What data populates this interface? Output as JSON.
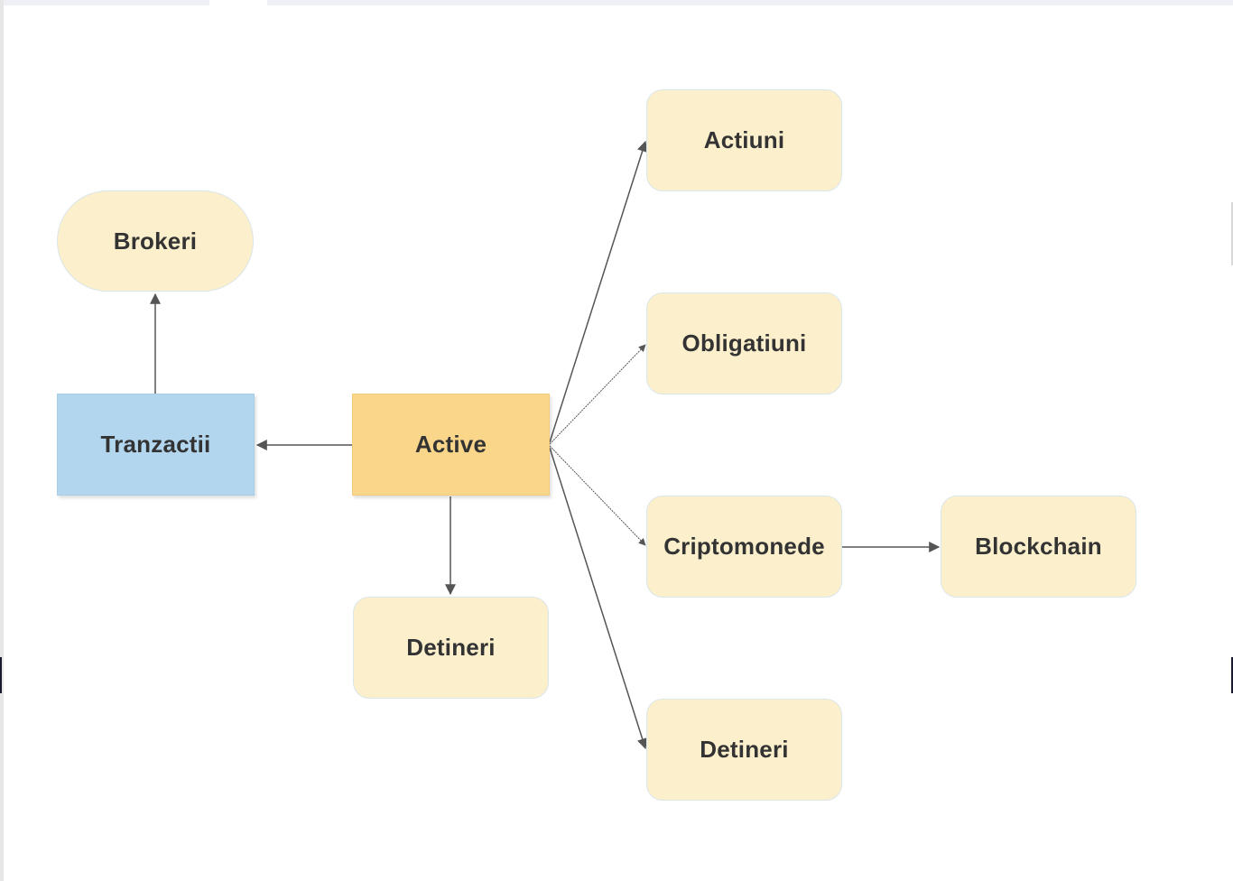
{
  "diagram": {
    "nodes": {
      "brokeri": "Brokeri",
      "tranzactii": "Tranzactii",
      "active": "Active",
      "detineri_left": "Detineri",
      "actiuni": "Actiuni",
      "obligatiuni": "Obligatiuni",
      "criptomonede": "Criptomonede",
      "blockchain": "Blockchain",
      "detineri_right": "Detineri"
    },
    "edges": [
      {
        "from": "tranzactii",
        "to": "brokeri"
      },
      {
        "from": "active",
        "to": "tranzactii"
      },
      {
        "from": "active",
        "to": "detineri_left"
      },
      {
        "from": "active",
        "to": "actiuni"
      },
      {
        "from": "active",
        "to": "obligatiuni"
      },
      {
        "from": "active",
        "to": "criptomonede"
      },
      {
        "from": "active",
        "to": "detineri_right"
      },
      {
        "from": "criptomonede",
        "to": "blockchain"
      }
    ],
    "colors": {
      "leaf_fill": "#fcefcc",
      "center_fill": "#fad68a",
      "blue_fill": "#b3d6ef",
      "edge": "#555555",
      "text": "#333333"
    }
  }
}
